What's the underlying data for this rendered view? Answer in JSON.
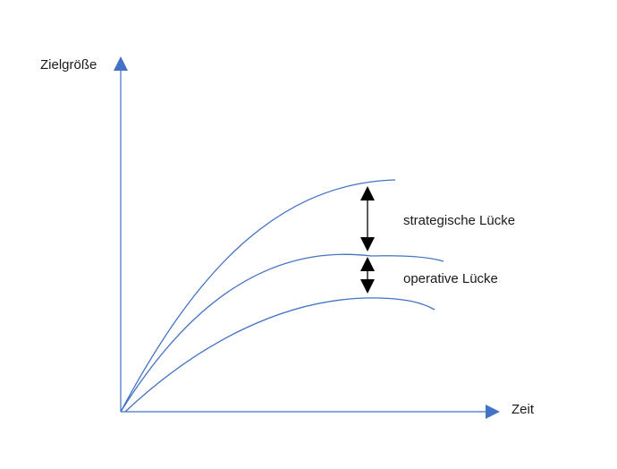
{
  "axes": {
    "y_label": "Zielgröße",
    "x_label": "Zeit",
    "color": "#4472C4"
  },
  "curves": {
    "color": "#4472C4",
    "count": 3
  },
  "gaps": [
    {
      "label": "strategische Lücke"
    },
    {
      "label": "operative Lücke"
    }
  ],
  "arrow_color": "#000000"
}
